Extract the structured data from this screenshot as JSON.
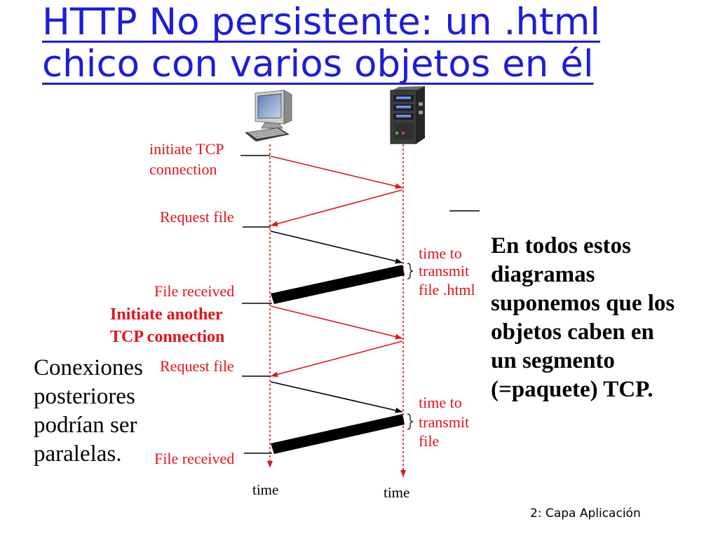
{
  "slide": {
    "title": {
      "line1": "HTTP No persistente: un .html",
      "line2": "chico con varios objetos en él"
    },
    "footer": "2: Capa Aplicación"
  },
  "icons": {
    "client": "desktop-computer-icon",
    "server": "server-tower-icon",
    "brace": "curly-brace-icon"
  },
  "diagram": {
    "client_labels": {
      "initiate_tcp": [
        "initiate TCP",
        "connection"
      ],
      "request_file_1": "Request file",
      "file_received_1": "File received",
      "initiate_another": [
        "Initiate another",
        "TCP connection"
      ],
      "request_file_2": "Request file",
      "file_received_2": "File received"
    },
    "server_labels": {
      "transmit_html": [
        "time to",
        "transmit",
        "file .html"
      ],
      "transmit_file": [
        "time to",
        "transmit",
        "file"
      ]
    },
    "axis_labels": {
      "client_time": "time",
      "server_time": "time"
    }
  },
  "notes": {
    "right": [
      "En todos estos",
      "diagramas",
      "suponemos que los",
      "objetos caben en",
      "un segmento",
      "(=paquete) TCP."
    ],
    "left": [
      "Conexiones",
      "posteriores",
      "podrían ser",
      "paralelas."
    ]
  },
  "colors": {
    "title": "#1d1dd9",
    "diagram_red": "#e3121b",
    "text": "#000000",
    "background": "#ffffff"
  }
}
